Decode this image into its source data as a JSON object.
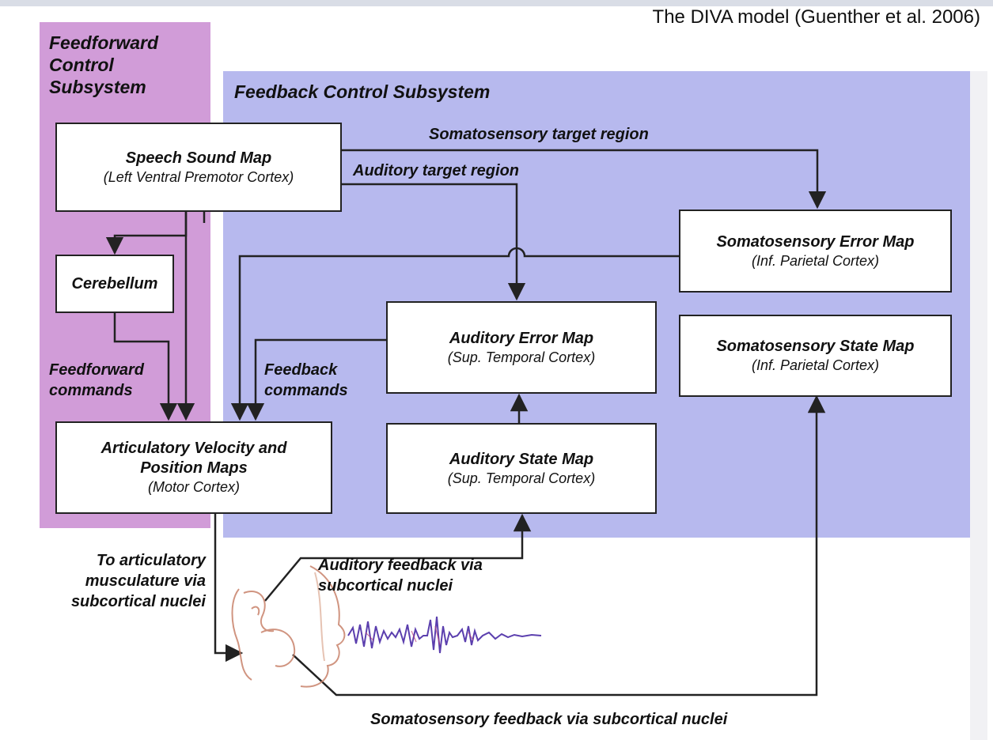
{
  "caption": "The DIVA model (Guenther et al. 2006)",
  "regions": {
    "feedforward": "Feedforward Control Subsystem",
    "feedback": "Feedback Control Subsystem"
  },
  "boxes": {
    "speech_sound_map": {
      "title": "Speech Sound Map",
      "subtitle": "(Left Ventral Premotor Cortex)"
    },
    "cerebellum": {
      "title": "Cerebellum"
    },
    "articulatory": {
      "title": "Articulatory Velocity and Position Maps",
      "subtitle": "(Motor Cortex)"
    },
    "auditory_error": {
      "title": "Auditory Error Map",
      "subtitle": "(Sup. Temporal Cortex)"
    },
    "auditory_state": {
      "title": "Auditory State Map",
      "subtitle": "(Sup. Temporal Cortex)"
    },
    "somato_error": {
      "title": "Somatosensory Error Map",
      "subtitle": "(Inf. Parietal Cortex)"
    },
    "somato_state": {
      "title": "Somatosensory State Map",
      "subtitle": "(Inf. Parietal Cortex)"
    }
  },
  "labels": {
    "somato_target": "Somatosensory target region",
    "auditory_target": "Auditory target region",
    "feedforward_commands": "Feedforward commands",
    "feedback_commands": "Feedback commands",
    "to_articulatory": "To articulatory musculature via subcortical nuclei",
    "auditory_feedback": "Auditory feedback via subcortical nuclei",
    "somato_feedback": "Somatosensory feedback via subcortical nuclei"
  },
  "colors": {
    "feedforward_region": "#d19cd8",
    "feedback_region": "#b7b9ee",
    "box_fill": "#ffffff",
    "line": "#222222",
    "waveform": "#5b3fae"
  },
  "icons": [
    "head-ear-illustration",
    "sound-waveform"
  ]
}
